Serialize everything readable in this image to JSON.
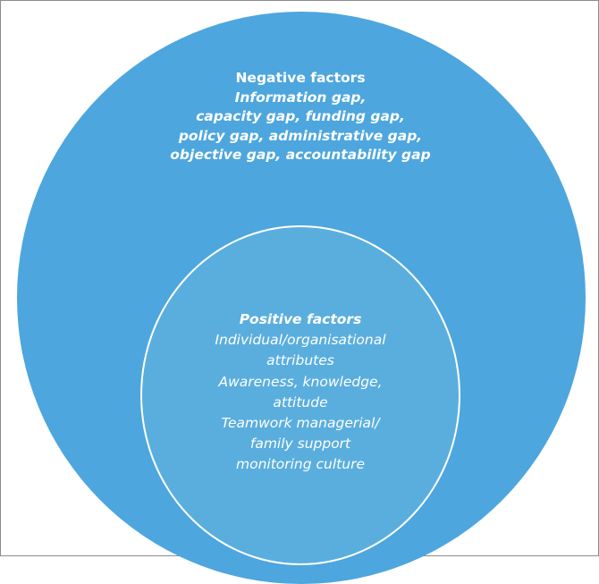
{
  "negative": {
    "title": "Negative factors",
    "lines": [
      "Information gap,",
      "capacity gap, funding gap,",
      "policy gap, administrative gap,",
      "objective gap, accountability gap"
    ]
  },
  "positive": {
    "title": "Positive factors",
    "lines": [
      "Individual/organisational",
      "attributes",
      "Awareness, knowledge,",
      "attitude",
      "Teamwork managerial/",
      "family support",
      "monitoring culture"
    ]
  },
  "colors": {
    "outer_fill": "#4da6de",
    "inner_fill": "#5aaede",
    "text": "#ffffff",
    "border": "#8c8c8c"
  }
}
